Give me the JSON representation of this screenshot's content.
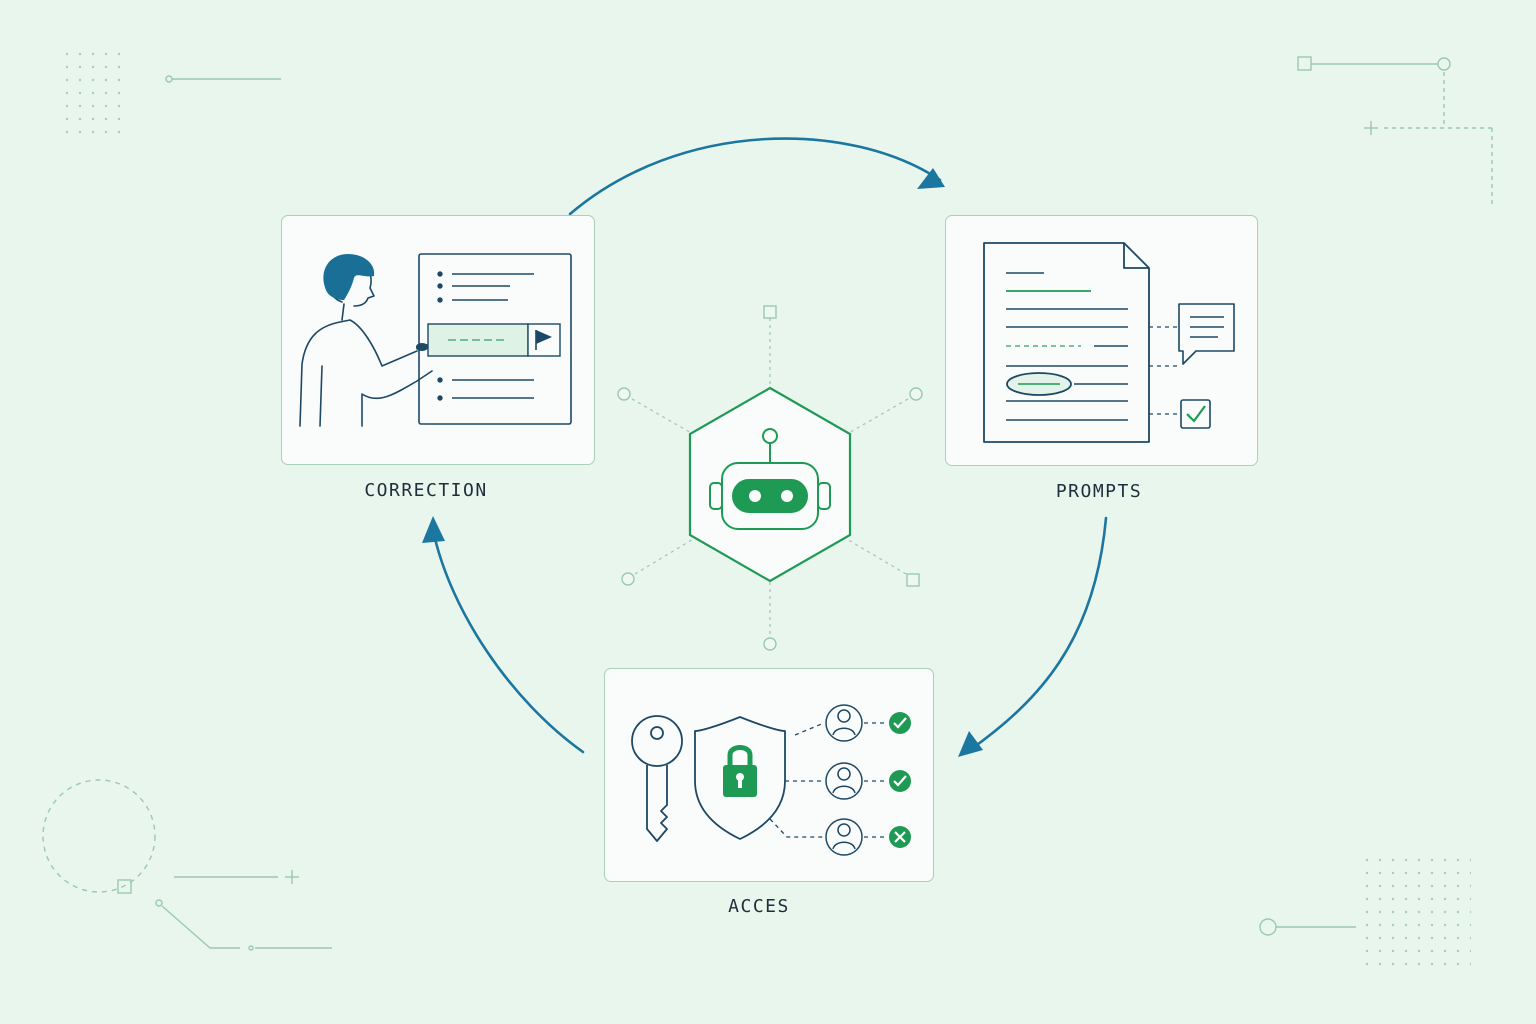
{
  "stages": {
    "correction": {
      "label": "CORRECTION"
    },
    "prompts": {
      "label": "PROMPTS"
    },
    "access": {
      "label": "ACCES"
    }
  },
  "hub": {
    "icon": "robot-icon"
  },
  "cycle": {
    "direction": "clockwise"
  },
  "access_grants": [
    {
      "user": "user-1",
      "status": "granted",
      "icon": "check-icon"
    },
    {
      "user": "user-2",
      "status": "granted",
      "icon": "check-icon"
    },
    {
      "user": "user-3",
      "status": "denied",
      "icon": "x-icon"
    }
  ],
  "colors": {
    "background": "#e9f6ee",
    "arrow": "#1b76a0",
    "accent_green": "#1f9a55",
    "line_navy": "#1d4866",
    "card_border": "#a9d0b8"
  }
}
